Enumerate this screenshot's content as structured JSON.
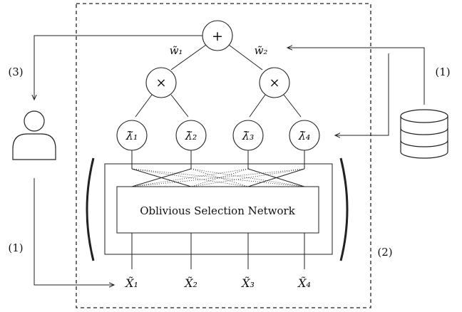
{
  "diagram": {
    "root_op": "+",
    "mult_op": "×",
    "weights": [
      "w̃₁",
      "w̃₂"
    ],
    "lambdas": [
      "λ̃₁",
      "λ̃₂",
      "λ̃₃",
      "λ̃₄"
    ],
    "network_label": "Oblivious Selection Network",
    "outputs": [
      "X̃₁",
      "X̃₂",
      "X̃₃",
      "X̃₄"
    ],
    "step_labels": {
      "user_return": "(3)",
      "user_input": "(1)",
      "db_to_weights": "(1)",
      "db_to_lambdas": "(2)"
    }
  }
}
